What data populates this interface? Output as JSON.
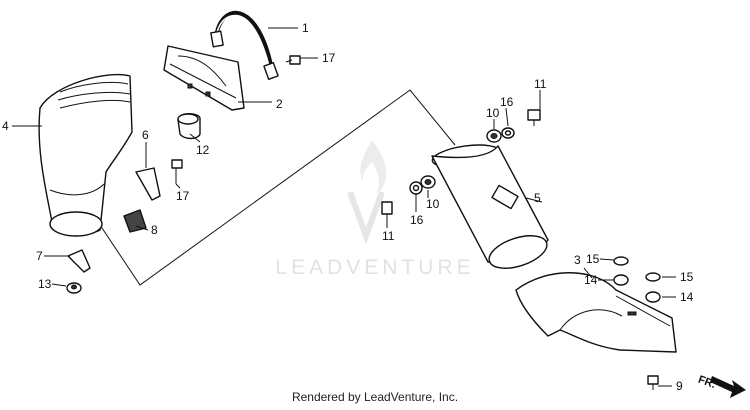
{
  "watermark": {
    "text": "LEADVENTURE"
  },
  "footer": {
    "text": "Rendered by LeadVenture, Inc."
  },
  "direction_arrow": {
    "label": "FR."
  },
  "callouts": [
    "1",
    "17",
    "2",
    "4",
    "12",
    "6",
    "17",
    "7",
    "8",
    "13",
    "11",
    "16",
    "10",
    "5",
    "16",
    "10",
    "11",
    "3",
    "15",
    "14",
    "15",
    "14",
    "9"
  ]
}
